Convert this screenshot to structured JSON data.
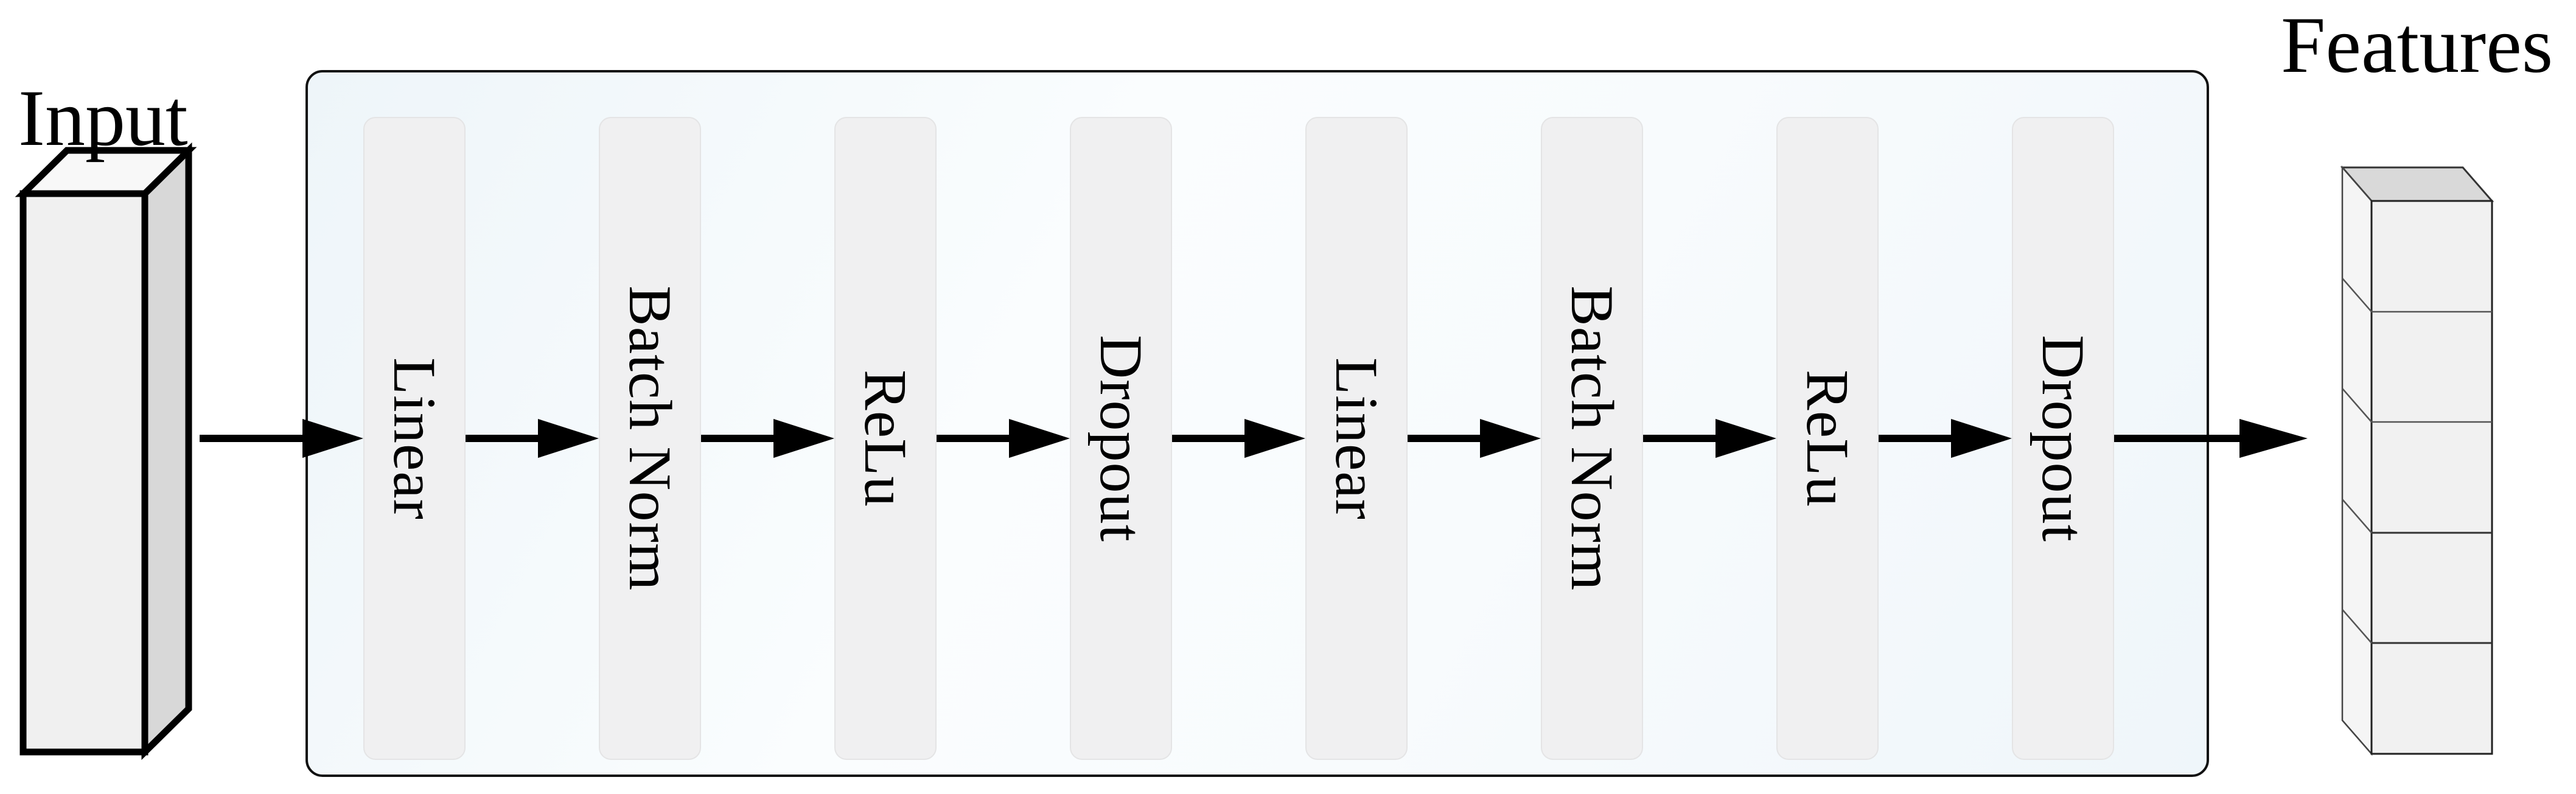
{
  "diagram": {
    "input": {
      "label": "Input"
    },
    "features": {
      "label": "Features",
      "stack_segments": 5
    },
    "block": {
      "layers": [
        {
          "label": "Linear"
        },
        {
          "label": "Batch Norm"
        },
        {
          "label": "ReLu"
        },
        {
          "label": "Dropout"
        },
        {
          "label": "Linear"
        },
        {
          "label": "Batch Norm"
        },
        {
          "label": "ReLu"
        },
        {
          "label": "Dropout"
        }
      ],
      "arrow_count": 9
    },
    "colors": {
      "background": "#ffffff",
      "container_border": "#111111",
      "container_fill_tint": "#eef5f9",
      "layer_pill_fill": "#f0f0f1",
      "arrow": "#000000",
      "input_box_front": "#f0f0f0",
      "input_box_side": "#d8d8d8",
      "input_box_top": "#f8f8f8",
      "features_front": "#f1f1f1",
      "features_side": "#f5f5f5",
      "features_top": "#d9d9d9",
      "text": "#000000"
    }
  }
}
